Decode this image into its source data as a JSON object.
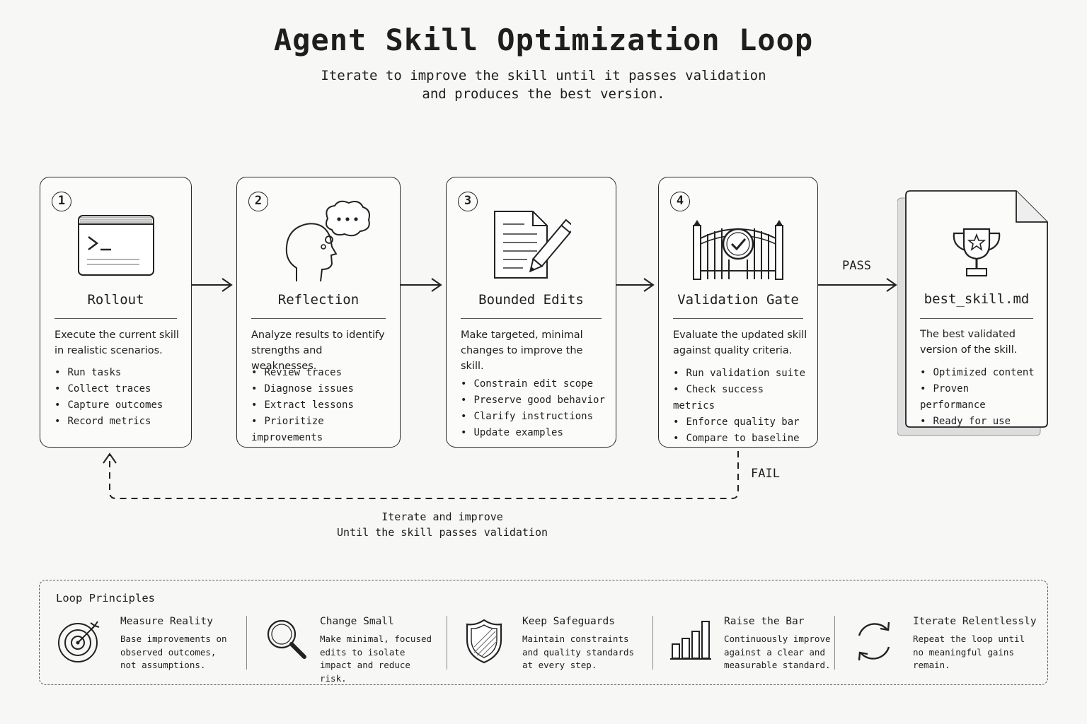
{
  "header": {
    "title": "Agent Skill Optimization Loop",
    "subtitle": "Iterate to improve the skill until it passes validation\nand produces the best version."
  },
  "steps": [
    {
      "number": "1",
      "title": "Rollout",
      "description": "Execute the current skill in realistic scenarios.",
      "bullets": [
        "Run tasks",
        "Collect traces",
        "Capture outcomes",
        "Record metrics"
      ],
      "icon": "terminal-icon"
    },
    {
      "number": "2",
      "title": "Reflection",
      "description": "Analyze results to identify strengths and weaknesses.",
      "bullets": [
        "Review traces",
        "Diagnose issues",
        "Extract lessons",
        "Prioritize improvements"
      ],
      "icon": "thinking-head-icon"
    },
    {
      "number": "3",
      "title": "Bounded Edits",
      "description": "Make targeted, minimal changes to improve the skill.",
      "bullets": [
        "Constrain edit scope",
        "Preserve good behavior",
        "Clarify instructions",
        "Update examples"
      ],
      "icon": "document-pencil-icon"
    },
    {
      "number": "4",
      "title": "Validation Gate",
      "description": "Evaluate the updated skill against quality criteria.",
      "bullets": [
        "Run validation suite",
        "Check success metrics",
        "Enforce quality bar",
        "Compare to baseline"
      ],
      "icon": "gate-check-icon"
    }
  ],
  "output": {
    "title": "best_skill.md",
    "description": "The best validated version of the skill.",
    "bullets": [
      "Optimized content",
      "Proven performance",
      "Ready for use"
    ],
    "icon": "trophy-icon"
  },
  "flow": {
    "pass_label": "PASS",
    "fail_label": "FAIL",
    "loop_line1": "Iterate and improve",
    "loop_line2": "Until the skill passes validation"
  },
  "principles": {
    "heading": "Loop Principles",
    "items": [
      {
        "title": "Measure Reality",
        "description": "Base improvements on observed outcomes, not assumptions.",
        "icon": "target-icon"
      },
      {
        "title": "Change Small",
        "description": "Make minimal, focused edits to isolate impact and reduce risk.",
        "icon": "magnifier-icon"
      },
      {
        "title": "Keep Safeguards",
        "description": "Maintain constraints and quality standards at every step.",
        "icon": "shield-icon"
      },
      {
        "title": "Raise the Bar",
        "description": "Continuously improve against a clear and measurable standard.",
        "icon": "bar-chart-icon"
      },
      {
        "title": "Iterate Relentlessly",
        "description": "Repeat the loop until no meaningful gains remain.",
        "icon": "refresh-icon"
      }
    ]
  }
}
